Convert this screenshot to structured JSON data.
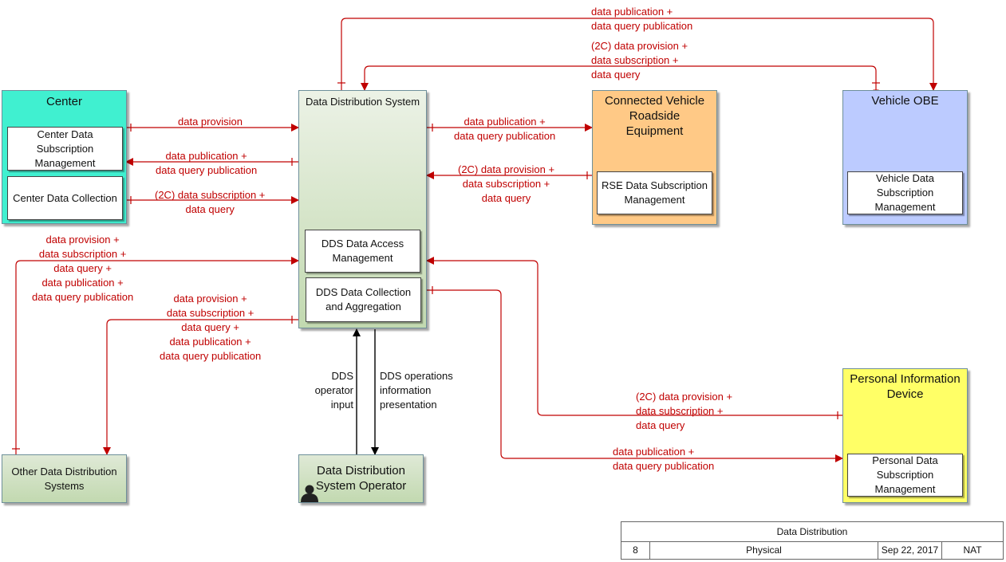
{
  "diagram": {
    "colors": {
      "flow": "#c00000",
      "operator_flow": "#000000"
    },
    "entities": {
      "center": {
        "title": "Center",
        "color": "#40f0d0",
        "subsystems": [
          "Center Data Subscription Management",
          "Center Data Collection"
        ]
      },
      "dds": {
        "title": "Data Distribution System",
        "color": "#cfe0c0",
        "subsystems": [
          "DDS Data Access Management",
          "DDS Data Collection and Aggregation"
        ]
      },
      "cvre": {
        "title": "Connected Vehicle Roadside Equipment",
        "color": "#ffc986",
        "subsystems": [
          "RSE Data Subscription Management"
        ]
      },
      "obe": {
        "title": "Vehicle OBE",
        "color": "#bccbff",
        "subsystems": [
          "Vehicle Data Subscription Management"
        ]
      },
      "pid": {
        "title": "Personal Information Device",
        "color": "#ffff66",
        "subsystems": [
          "Personal Data Subscription Management"
        ]
      },
      "odds": {
        "title": "Other Data Distribution Systems",
        "color": "#cfe0c0"
      },
      "operator": {
        "title": "Data Distribution System Operator",
        "color": "#cfe0c0",
        "icon": "person-icon"
      }
    },
    "flows": {
      "dds_to_obe": "data publication +\ndata query publication",
      "obe_to_dds": "(2C) data provision +\ndata subscription +\ndata query",
      "center_to_dds_provision": "data provision",
      "dds_to_center_publication": "data publication +\ndata query publication",
      "center_to_dds_subscription": "(2C) data subscription +\ndata query",
      "dds_to_cvre": "data publication +\ndata query publication",
      "cvre_to_dds": "(2C) data provision +\ndata subscription +\ndata query",
      "odds_to_dds": "data provision +\ndata subscription +\ndata query +\ndata publication +\ndata query publication",
      "dds_to_odds": "data provision +\ndata subscription +\ndata query +\ndata publication +\ndata query publication",
      "operator_input": "DDS\noperator\ninput",
      "operator_presentation": "DDS operations\ninformation\npresentation",
      "pid_to_dds": "(2C) data provision +\ndata subscription +\ndata query",
      "dds_to_pid": "data publication +\ndata query publication"
    }
  },
  "title_block": {
    "title": "Data Distribution",
    "number": "8",
    "view": "Physical",
    "date": "Sep 22, 2017",
    "author": "NAT"
  }
}
